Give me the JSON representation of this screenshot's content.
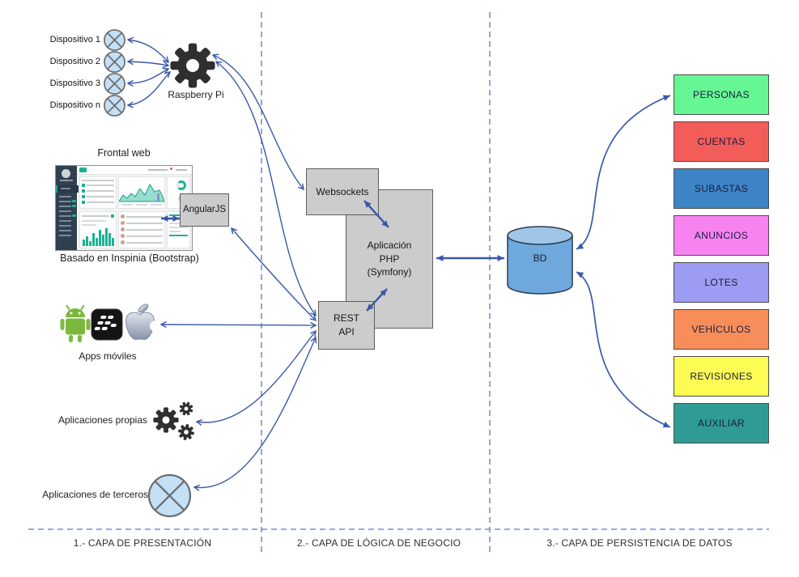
{
  "devices": {
    "items": [
      "Dispositivo 1",
      "Dispositivo 2",
      "Dispositivo 3",
      "Dispositivo n"
    ],
    "hub_label": "Raspberry Pi"
  },
  "frontend": {
    "title": "Frontal web",
    "caption": "Basado en Inspinia (Bootstrap)",
    "framework_label": "AngularJS"
  },
  "mobile": {
    "label": "Apps móviles",
    "icons": [
      "android-icon",
      "blackberry-icon",
      "apple-icon"
    ]
  },
  "own_apps": {
    "label": "Aplicaciones propias",
    "icon": "gears-icon"
  },
  "third_party": {
    "label": "Aplicaciones de terceros",
    "icon": "circle-x-icon"
  },
  "logic": {
    "websockets_label": "Websockets",
    "php_app": {
      "line1": "Aplicación",
      "line2": "PHP",
      "line3": "(Symfony)"
    },
    "rest_api": {
      "line1": "REST",
      "line2": "API"
    }
  },
  "database": {
    "label": "BD"
  },
  "tables": [
    {
      "label": "PERSONAS",
      "color": "#66F795"
    },
    {
      "label": "CUENTAS",
      "color": "#F25C59"
    },
    {
      "label": "SUBASTAS",
      "color": "#3D85C6"
    },
    {
      "label": "ANUNCIOS",
      "color": "#F783F1"
    },
    {
      "label": "LOTES",
      "color": "#9C9CF2"
    },
    {
      "label": "VEHÍCULOS",
      "color": "#F78E5A"
    },
    {
      "label": "REVISIONES",
      "color": "#FCFC55"
    },
    {
      "label": "AUXILIAR",
      "color": "#2E9C94"
    }
  ],
  "layers": [
    "1.- CAPA DE PRESENTACIÓN",
    "2.- CAPA DE LÓGICA DE NEGOCIO",
    "3.- CAPA DE PERSISTENCIA DE DATOS"
  ],
  "colors": {
    "arrow": "#3A58A7",
    "dashed_line": "#7A8CD8",
    "gray_box_fill": "#CCCCCC",
    "gray_box_border": "#5E5E5E",
    "db_body": "#6FA8DC",
    "db_top": "#9FC5E8",
    "device_circle_fill": "#C3E0F7",
    "gear": "#2F2F2F"
  }
}
